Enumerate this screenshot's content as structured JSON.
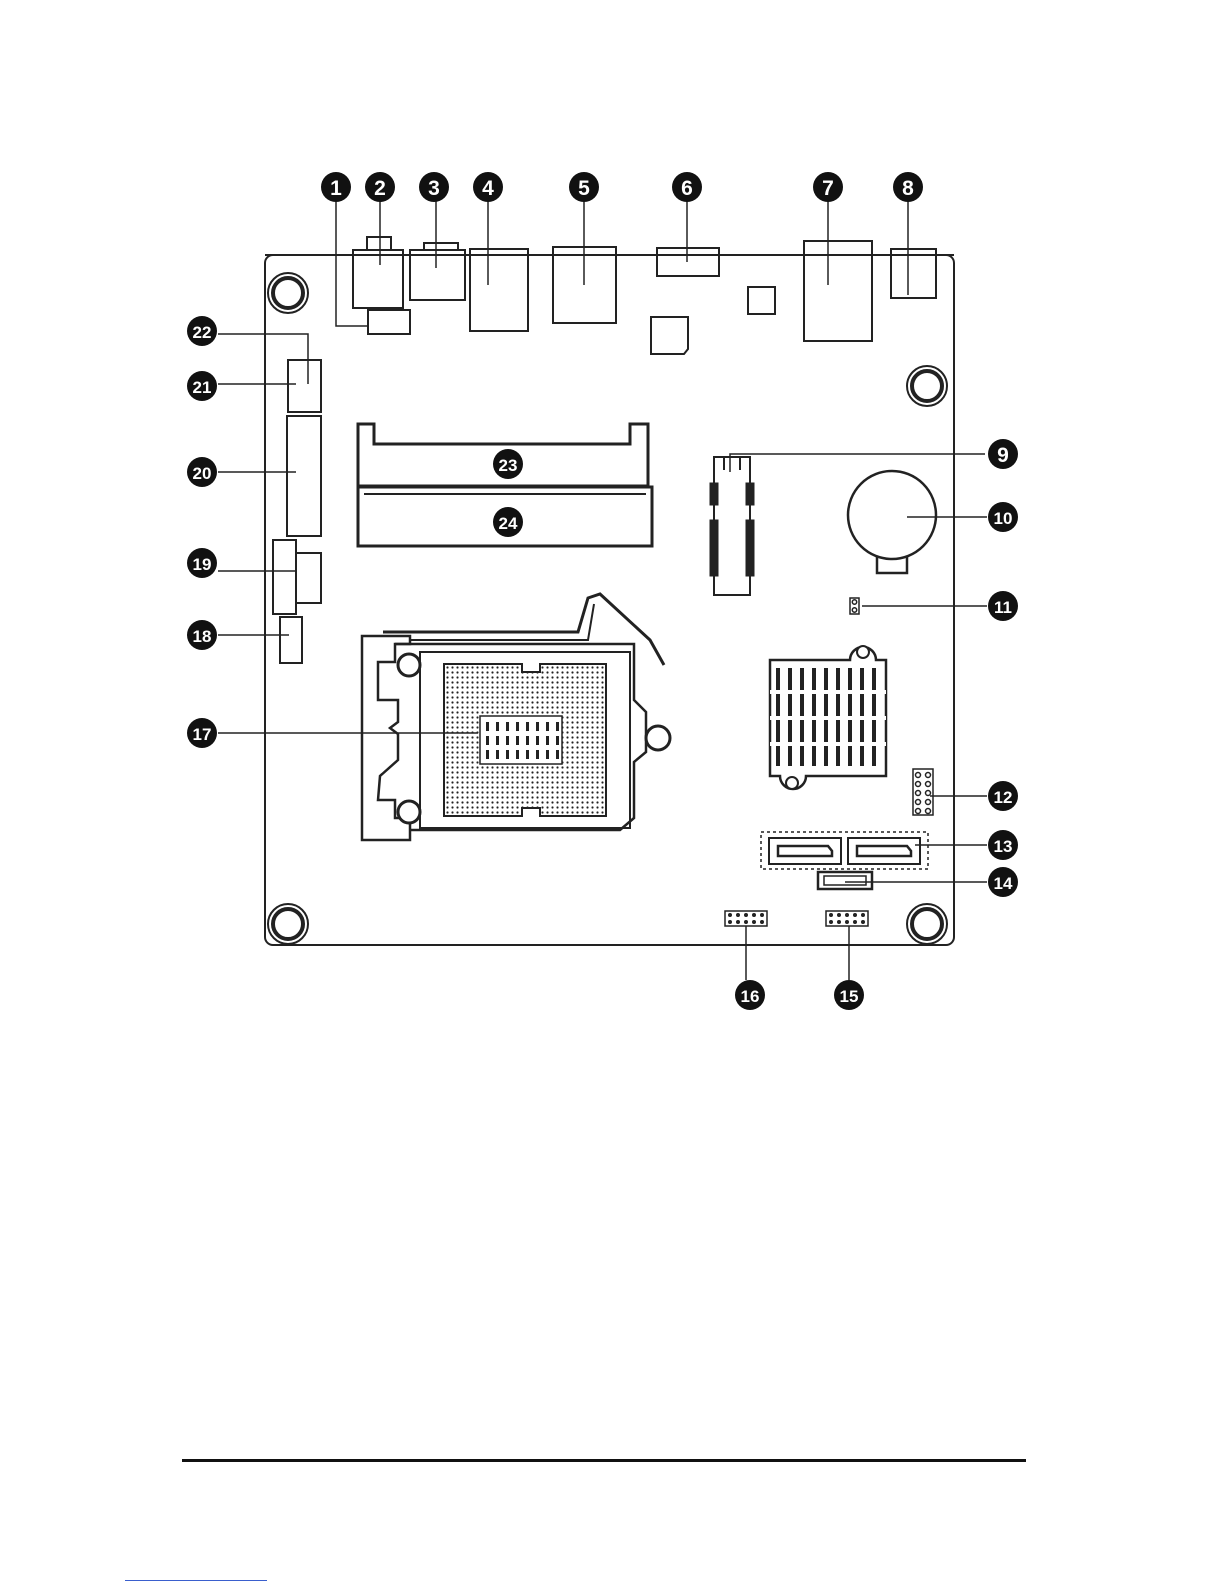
{
  "callouts": [
    {
      "id": "1",
      "label": "1"
    },
    {
      "id": "2",
      "label": "2"
    },
    {
      "id": "3",
      "label": "3"
    },
    {
      "id": "4",
      "label": "4"
    },
    {
      "id": "5",
      "label": "5"
    },
    {
      "id": "6",
      "label": "6"
    },
    {
      "id": "7",
      "label": "7"
    },
    {
      "id": "8",
      "label": "8"
    },
    {
      "id": "9",
      "label": "9"
    },
    {
      "id": "10",
      "label": "10"
    },
    {
      "id": "11",
      "label": "11"
    },
    {
      "id": "12",
      "label": "12"
    },
    {
      "id": "13",
      "label": "13"
    },
    {
      "id": "14",
      "label": "14"
    },
    {
      "id": "15",
      "label": "15"
    },
    {
      "id": "16",
      "label": "16"
    },
    {
      "id": "17",
      "label": "17"
    },
    {
      "id": "18",
      "label": "18"
    },
    {
      "id": "19",
      "label": "19"
    },
    {
      "id": "20",
      "label": "20"
    },
    {
      "id": "21",
      "label": "21"
    },
    {
      "id": "22",
      "label": "22"
    },
    {
      "id": "23",
      "label": "23"
    },
    {
      "id": "24",
      "label": "24"
    }
  ],
  "colors": {
    "ink": "#111111",
    "board": "#ffffff",
    "link": "#3a5fcd"
  }
}
